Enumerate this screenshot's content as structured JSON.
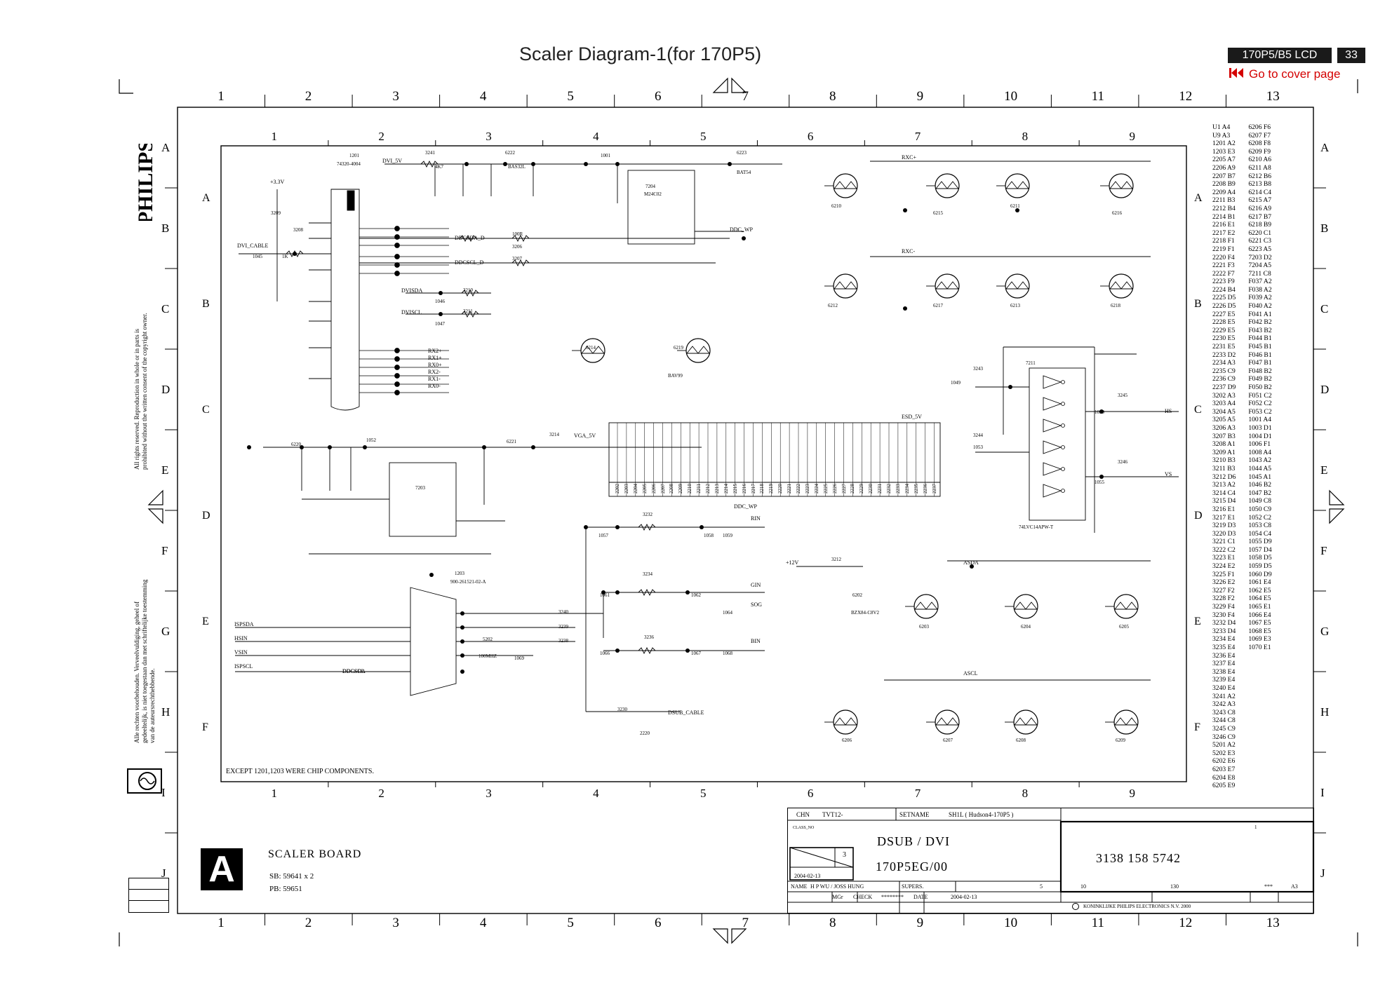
{
  "header": {
    "title": "Scaler Diagram-1(for 170P5)",
    "model_badge": "170P5/B5 LCD",
    "page_badge": "33",
    "cover_link": "Go to cover page"
  },
  "brand": "PHILIPS",
  "copyright_en": "All rights reserved. Reproduction in whole or in parts is prohibited without the written consent of the copyright owner.",
  "copyright_nl": "Alle rechten voorbehouden. Verveelvuldiging, geheel of gedeeltelijk, is niet toegestaan dan met schriftelijke toestemming van de auteursrechthebbende.",
  "grid": {
    "outer_cols": [
      "1",
      "2",
      "3",
      "4",
      "5",
      "6",
      "7",
      "8",
      "9",
      "10",
      "11",
      "12",
      "13"
    ],
    "outer_rows": [
      "A",
      "B",
      "C",
      "D",
      "E",
      "F",
      "G",
      "H",
      "I",
      "J"
    ],
    "inner_cols": [
      "1",
      "2",
      "3",
      "4",
      "5",
      "6",
      "7",
      "8",
      "9"
    ],
    "inner_rows": [
      "A",
      "B",
      "C",
      "D",
      "E",
      "F"
    ]
  },
  "schematic": {
    "note": "EXCEPT 1201,1203 WERE CHIP COMPONENTS.",
    "net_labels": [
      "DVI_5V",
      "+3.3V",
      "DVI_CABLE",
      "DDCSDA_D",
      "DDCSCL_D",
      "DVISDA",
      "DVISCL",
      "RX2+",
      "RX1+",
      "RX0+",
      "RX2-",
      "RX1-",
      "RX0-",
      "RXC+",
      "RXC-",
      "ESD_5V",
      "DDC_WP",
      "VGA_5V",
      "DDC_WP",
      "ASDA",
      "ASCL",
      "ISPSDA",
      "HSIN",
      "VSIN",
      "ISPSCL",
      "DDCSDA",
      "DDCSCL",
      "RIN",
      "GIN",
      "BIN",
      "SOG",
      "DSUB_CABLE",
      "HS",
      "VS",
      "+12V"
    ],
    "ref_designators": [
      "1201",
      "74320-4004",
      "3241",
      "4K7",
      "6222",
      "BAS32L",
      "1001",
      "7204",
      "M24C02",
      "6223",
      "BAT54",
      "3208",
      "1K",
      "1045",
      "3209",
      "100R",
      "3206",
      "3207",
      "3210",
      "3211",
      "1046",
      "1047",
      "6214",
      "6219",
      "BAV99",
      "7203",
      "1203",
      "900-261521-02-A",
      "3214",
      "6221",
      "1052",
      "6220",
      "3240",
      "3239",
      "3238",
      "5202",
      "100MHZ",
      "1069",
      "3232",
      "3234",
      "3236",
      "1057",
      "1061",
      "1066",
      "1058",
      "1062",
      "1067",
      "1059",
      "1064",
      "1068",
      "3230",
      "2220",
      "7211",
      "74LVC14APW-T",
      "3243",
      "3244",
      "3245",
      "3246",
      "1049",
      "1053",
      "1050",
      "1055",
      "3212",
      "6202",
      "BZX84-C8V2",
      "6203",
      "6204",
      "6205",
      "6206",
      "6207",
      "6208",
      "6209",
      "6210",
      "6215",
      "6211",
      "6216",
      "6212",
      "6217",
      "6213",
      "6218"
    ],
    "bom_strip": [
      "2202",
      "2203",
      "2204",
      "2205",
      "2206",
      "2207",
      "2208",
      "2209",
      "2210",
      "2211",
      "2212",
      "2213",
      "2214",
      "2215",
      "2216",
      "2217",
      "2218",
      "2219",
      "2220",
      "2221",
      "2222",
      "2223",
      "2224",
      "2225",
      "2226",
      "2227",
      "2228",
      "2229",
      "2230",
      "2231",
      "2232",
      "2233",
      "2234",
      "2235",
      "2236",
      "2237"
    ]
  },
  "part_locations": {
    "col1": [
      "U1 A4",
      "U9 A3",
      "1201 A2",
      "1203 E3",
      "2205 A7",
      "2206 A9",
      "2207 B7",
      "2208 B9",
      "2209 A4",
      "2211 B3",
      "2212 B4",
      "2214 B1",
      "2216 E1",
      "2217 E2",
      "2218 F1",
      "2219 F1",
      "2220 F4",
      "2221 F3",
      "2222 F7",
      "2223 F9",
      "2224 B4",
      "2225 D5",
      "2226 D5",
      "2227 E5",
      "2228 E5",
      "2229 E5",
      "2230 E5",
      "2231 E5",
      "2233 D2",
      "2234 A3",
      "2235 C9",
      "2236 C9",
      "2237 D9",
      "3202 A3",
      "3203 A4",
      "3204 A5",
      "3205 A5",
      "3206 A3",
      "3207 B3",
      "3208 A1",
      "3209 A1",
      "3210 B3",
      "3211 B3",
      "3212 D6",
      "3213 A2",
      "3214 C4",
      "3215 D4",
      "3216 E1",
      "3217 E1",
      "3219 D3",
      "3220 D3",
      "3221 C1",
      "3222 C2",
      "3223 E1",
      "3224 E2",
      "3225 F1",
      "3226 E2",
      "3227 F2",
      "3228 F2",
      "3229 F4",
      "3230 F4",
      "3232 D4",
      "3233 D4",
      "3234 E4",
      "3235 E4",
      "3236 E4",
      "3237 E4",
      "3238 E4",
      "3239 E4",
      "3240 E4",
      "3241 A2",
      "3242 A3",
      "3243 C8",
      "3244 C8",
      "3245 C9",
      "3246 C9",
      "5201 A2",
      "5202 E3",
      "6202 E6",
      "6203 E7",
      "6204 E8",
      "6205 E9"
    ],
    "col2": [
      "6206 F6",
      "6207 F7",
      "6208 F8",
      "6209 F9",
      "6210 A6",
      "6211 A8",
      "6212 B6",
      "6213 B8",
      "6214 C4",
      "6215 A7",
      "6216 A9",
      "6217 B7",
      "6218 B9",
      "6220 C1",
      "6221 C3",
      "6223 A5",
      "7203 D2",
      "7204 A5",
      "7211 C8",
      "F037 A2",
      "F038 A2",
      "F039 A2",
      "F040 A2",
      "F041 A1",
      "F042 B2",
      "F043 B2",
      "F044 B1",
      "F045 B1",
      "F046 B1",
      "F047 B1",
      "F048 B2",
      "F049 B2",
      "F050 B2",
      "F051 C2",
      "F052 C2",
      "F053 C2",
      "1001 A4",
      "1003 D1",
      "1004 D1",
      "1006 F1",
      "1008 A4",
      "1043 A2",
      "1044 A5",
      "1045 A1",
      "1046 B2",
      "1047 B2",
      "1049 C8",
      "1050 C9",
      "1052 C2",
      "1053 C8",
      "1054 C4",
      "1055 D9",
      "1057 D4",
      "1058 D5",
      "1059 D5",
      "1060 D9",
      "1061 E4",
      "1062 E5",
      "1064 E5",
      "1065 E1",
      "1066 E4",
      "1067 E5",
      "1068 E5",
      "1069 E3",
      "1070 E1"
    ]
  },
  "title_block": {
    "board_letter": "A",
    "board_name": "SCALER BOARD",
    "sb": "SB: 59641 x 2",
    "pb": "PB: 59651",
    "chn_label": "CHN",
    "chn_value": "TVT12-",
    "setname_label": "SETNAME",
    "setname_value": "SH1L ( Hudson4-170P5 )",
    "class_no": "CLASS_NO",
    "title_1": "DSUB / DVI",
    "title_2": "170P5EG/00",
    "doc_number": "3138 158 5742",
    "sheet_num": "3",
    "date_small": "2004-02-13",
    "name_label": "NAME",
    "name_value": "H P WU / JOSS HUNG",
    "supers_label": "SUPERS.",
    "mgr_label": "MGr",
    "check_label": "CHECK",
    "check_value": "********",
    "date_label": "DATE",
    "date_value": "2004-02-13",
    "num_5": "5",
    "num_10": "10",
    "num_130": "130",
    "stars": "***",
    "a3": "A3",
    "company": "KONINKLIJKE PHILIPS ELECTRONICS N.V. 2000",
    "one": "1"
  }
}
